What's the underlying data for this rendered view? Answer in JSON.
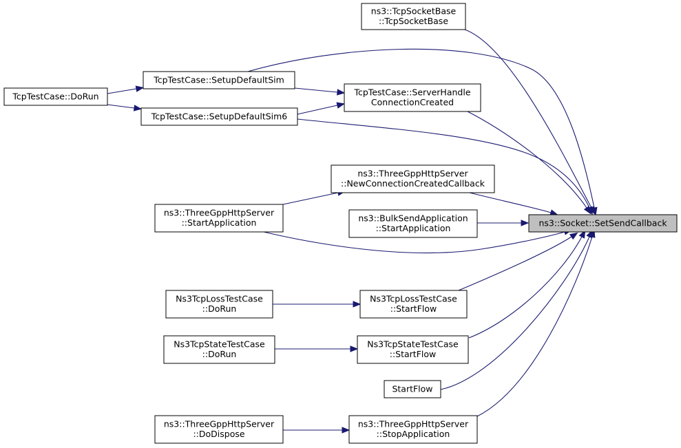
{
  "diagram": {
    "kind": "call-graph",
    "edge_color": "#191970",
    "target_fill": "#bfbfbf",
    "nodes": [
      {
        "id": "target",
        "lines": [
          "ns3::Socket::SetSendCallback"
        ]
      },
      {
        "id": "tcpsocketbase",
        "lines": [
          "ns3::TcpSocketBase",
          "::TcpSocketBase"
        ]
      },
      {
        "id": "setupdefaultsim",
        "lines": [
          "TcpTestCase::SetupDefaultSim"
        ]
      },
      {
        "id": "tcptestcase-dorun",
        "lines": [
          "TcpTestCase::DoRun"
        ]
      },
      {
        "id": "serverhandle",
        "lines": [
          "TcpTestCase::ServerHandle",
          "ConnectionCreated"
        ]
      },
      {
        "id": "setupdefaultsim6",
        "lines": [
          "TcpTestCase::SetupDefaultSim6"
        ]
      },
      {
        "id": "newconnection",
        "lines": [
          "ns3::ThreeGppHttpServer",
          "::NewConnectionCreatedCallback"
        ]
      },
      {
        "id": "http-startapp",
        "lines": [
          "ns3::ThreeGppHttpServer",
          "::StartApplication"
        ]
      },
      {
        "id": "bulksend",
        "lines": [
          "ns3::BulkSendApplication",
          "::StartApplication"
        ]
      },
      {
        "id": "loss-dorun",
        "lines": [
          "Ns3TcpLossTestCase",
          "::DoRun"
        ]
      },
      {
        "id": "loss-startflow",
        "lines": [
          "Ns3TcpLossTestCase",
          "::StartFlow"
        ]
      },
      {
        "id": "state-dorun",
        "lines": [
          "Ns3TcpStateTestCase",
          "::DoRun"
        ]
      },
      {
        "id": "state-startflow",
        "lines": [
          "Ns3TcpStateTestCase",
          "::StartFlow"
        ]
      },
      {
        "id": "startflow",
        "lines": [
          "StartFlow"
        ]
      },
      {
        "id": "http-dodispose",
        "lines": [
          "ns3::ThreeGppHttpServer",
          "::DoDispose"
        ]
      },
      {
        "id": "http-stopapp",
        "lines": [
          "ns3::ThreeGppHttpServer",
          "::StopApplication"
        ]
      }
    ],
    "edges": [
      {
        "from": "tcpsocketbase",
        "to": "target"
      },
      {
        "from": "setupdefaultsim",
        "to": "target"
      },
      {
        "from": "tcptestcase-dorun",
        "to": "setupdefaultsim"
      },
      {
        "from": "tcptestcase-dorun",
        "to": "setupdefaultsim6"
      },
      {
        "from": "setupdefaultsim",
        "to": "serverhandle"
      },
      {
        "from": "setupdefaultsim6",
        "to": "serverhandle"
      },
      {
        "from": "serverhandle",
        "to": "target"
      },
      {
        "from": "setupdefaultsim6",
        "to": "target"
      },
      {
        "from": "http-startapp",
        "to": "newconnection"
      },
      {
        "from": "newconnection",
        "to": "target"
      },
      {
        "from": "bulksend",
        "to": "target"
      },
      {
        "from": "http-startapp",
        "to": "target"
      },
      {
        "from": "loss-dorun",
        "to": "loss-startflow"
      },
      {
        "from": "loss-startflow",
        "to": "target"
      },
      {
        "from": "state-dorun",
        "to": "state-startflow"
      },
      {
        "from": "state-startflow",
        "to": "target"
      },
      {
        "from": "startflow",
        "to": "target"
      },
      {
        "from": "http-dodispose",
        "to": "http-stopapp"
      },
      {
        "from": "http-stopapp",
        "to": "target"
      }
    ]
  }
}
